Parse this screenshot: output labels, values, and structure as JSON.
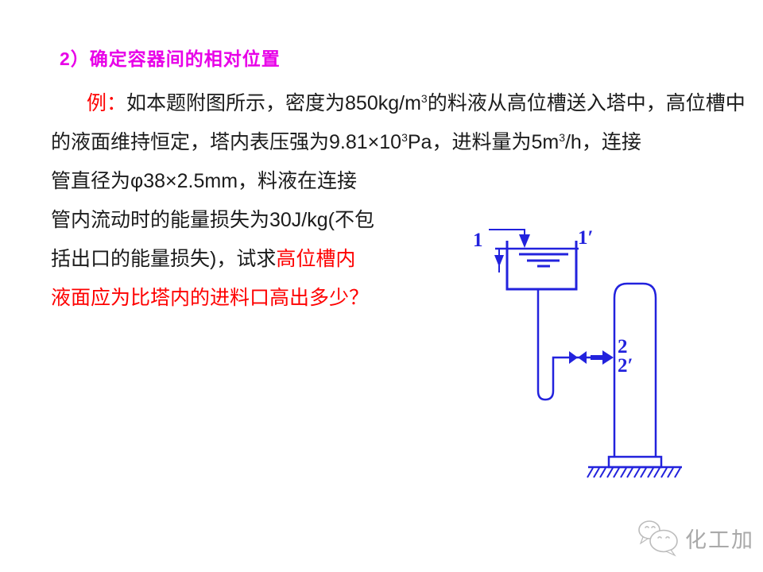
{
  "slide": {
    "heading": "2）确定容器间的相对位置",
    "body": {
      "l1": {
        "label": "例：",
        "a": "如本题附图所示，密度为850kg/m",
        "sup1": "3",
        "b": "的料液从高位槽送入塔中，高位槽中"
      },
      "l2": {
        "a": "的液面维持恒定，塔内表压强为9.81×10",
        "sup1": "3",
        "b": "Pa，进料量为5m",
        "sup2": "3",
        "c": "/h，连接"
      },
      "l3": {
        "a": "管直径为φ38×2.5mm，料液在连接"
      },
      "l4": {
        "a": "管内流动时的能量损失为30J/kg(不包"
      },
      "l5": {
        "a": "括出口的能量损失)，试求",
        "highlight": "高位槽内"
      },
      "l6": {
        "highlight": "液面应为比塔内的进料口高出多少？"
      }
    },
    "diagram": {
      "label_top_left": "1",
      "label_top_right": "1′",
      "label_feed_upper": "2",
      "label_feed_lower": "2′"
    },
    "watermark": {
      "brand": "化工加"
    },
    "colors": {
      "heading_magenta": "#e800e8",
      "highlight_red": "#fe0000",
      "body_text": "#1b1b1b",
      "diagram_blue": "#2222dd",
      "watermark_gray": "#a9a9a9"
    }
  }
}
